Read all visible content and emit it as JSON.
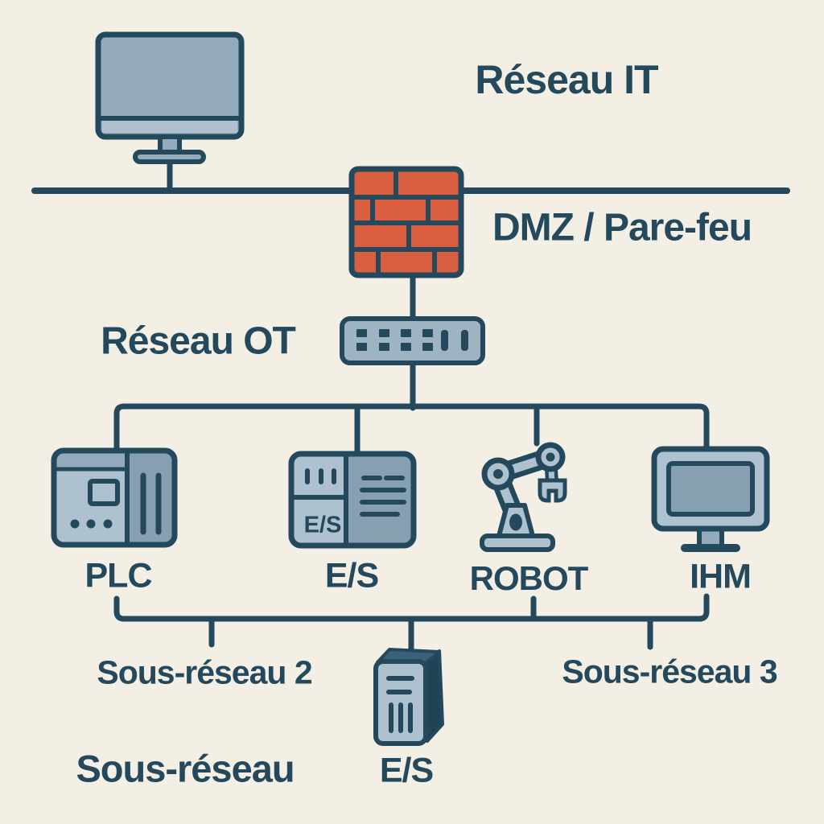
{
  "labels": {
    "it_network": "Réseau IT",
    "dmz_firewall": "DMZ / Pare-feu",
    "ot_network": "Réseau OT",
    "plc": "PLC",
    "io_module": "E/S",
    "robot": "ROBOT",
    "hmi": "IHM",
    "subnet2": "Sous-réseau 2",
    "subnet3": "Sous-réseau 3",
    "subnet": "Sous-réseau",
    "io_server": "E/S",
    "io_device_badge": "E/S"
  },
  "icons": [
    "workstation-icon",
    "firewall-icon",
    "network-switch-icon",
    "plc-icon",
    "io-module-icon",
    "robot-arm-icon",
    "hmi-monitor-icon",
    "server-tower-icon"
  ],
  "colors": {
    "background": "#f3efe4",
    "ink": "#24495c",
    "brick_red": "#d95f40",
    "fill_light": "#adc2ce",
    "fill_mid": "#93abbc",
    "fill_dark": "#86a0b2",
    "switch_fill": "#9fb4c2",
    "tower_top": "#3a6179",
    "tower_side": "#1f4456"
  }
}
